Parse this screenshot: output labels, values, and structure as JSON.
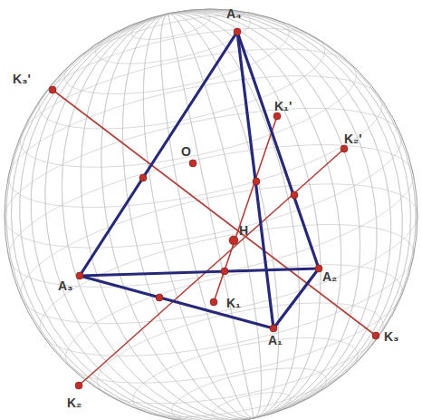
{
  "diagram": {
    "labels": [
      "A₄",
      "K₃'",
      "K₁'",
      "K₂'",
      "O",
      "H",
      "A₃",
      "A₂",
      "K₁",
      "A₁",
      "K₃",
      "K₂"
    ]
  }
}
